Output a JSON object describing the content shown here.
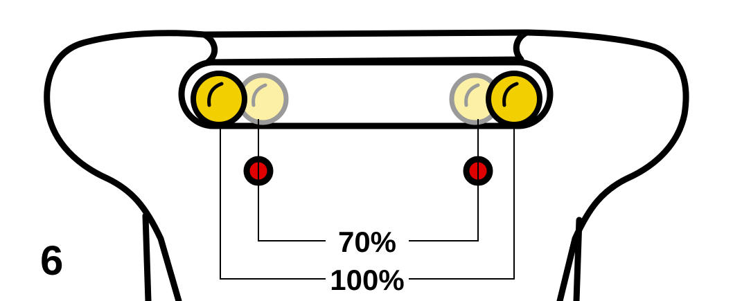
{
  "step_number": "6",
  "labels": {
    "reduced": "70%",
    "full": "100%"
  },
  "colors": {
    "outline": "#000000",
    "lamp_full": "#f2cf00",
    "lamp_dim": "#fbf0a6",
    "lamp_dim_outline": "#9a9a9a",
    "indicator": "#e00000",
    "background": "#ffffff"
  },
  "elements": {
    "lamp_full_icon": "lamp-full-icon",
    "lamp_dim_icon": "lamp-dim-icon",
    "indicator_icon": "indicator-dot-icon"
  }
}
